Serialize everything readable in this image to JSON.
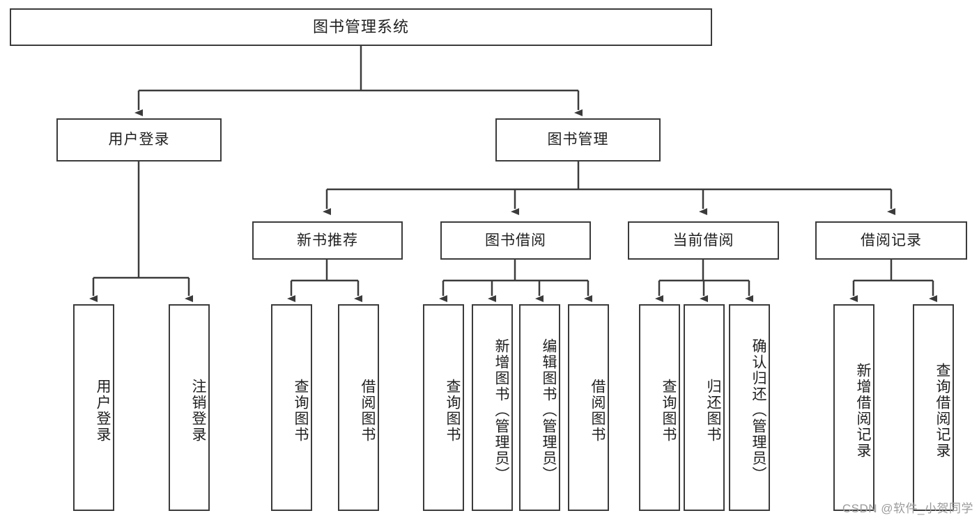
{
  "diagram": {
    "title": "图书管理系统",
    "type": "tree",
    "colors": {
      "line": "#3b3b3b",
      "box_border": "#3b3b3b",
      "box_fill": "#ffffff",
      "text": "#1f1f1f",
      "background": "#ffffff",
      "watermark": "#9b9b9b"
    },
    "nodes": {
      "root": {
        "label": "图书管理系统"
      },
      "level2": [
        {
          "label": "用户登录"
        },
        {
          "label": "图书管理"
        }
      ],
      "level3": [
        {
          "label": "新书推荐"
        },
        {
          "label": "图书借阅"
        },
        {
          "label": "当前借阅"
        },
        {
          "label": "借阅记录"
        }
      ],
      "leaves_user_login": [
        {
          "label": "用户登录"
        },
        {
          "label": "注销登录"
        }
      ],
      "leaves_new_book": [
        {
          "label": "查询图书"
        },
        {
          "label": "借阅图书"
        }
      ],
      "leaves_borrow": [
        {
          "label": "查询图书"
        },
        {
          "label": "新增图书（管理员）"
        },
        {
          "label": "编辑图书（管理员）"
        },
        {
          "label": "借阅图书"
        }
      ],
      "leaves_current": [
        {
          "label": "查询图书"
        },
        {
          "label": "归还图书"
        },
        {
          "label": "确认归还（管理员）"
        }
      ],
      "leaves_records": [
        {
          "label": "新增借阅记录"
        },
        {
          "label": "查询借阅记录"
        }
      ]
    }
  },
  "watermark": {
    "text": "CSDN @软件_小贺同学"
  }
}
